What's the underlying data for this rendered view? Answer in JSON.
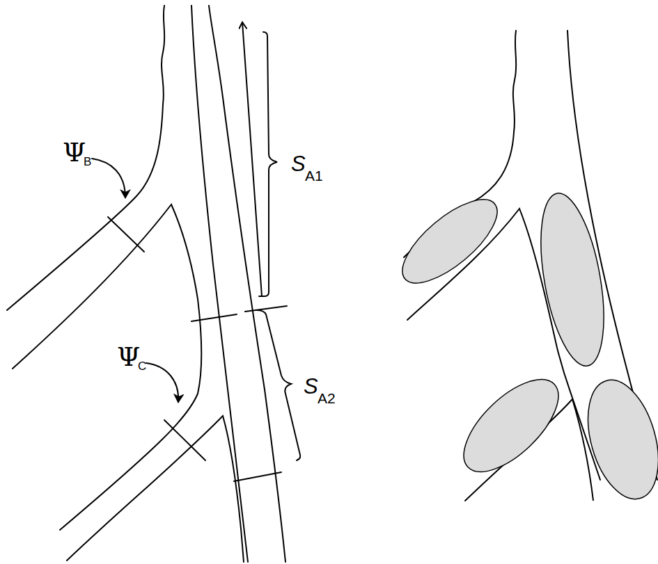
{
  "diagram": {
    "labels": [
      "Ψ",
      "B",
      "S",
      "A1",
      "Ψ",
      "C",
      "S",
      "A2"
    ]
  }
}
